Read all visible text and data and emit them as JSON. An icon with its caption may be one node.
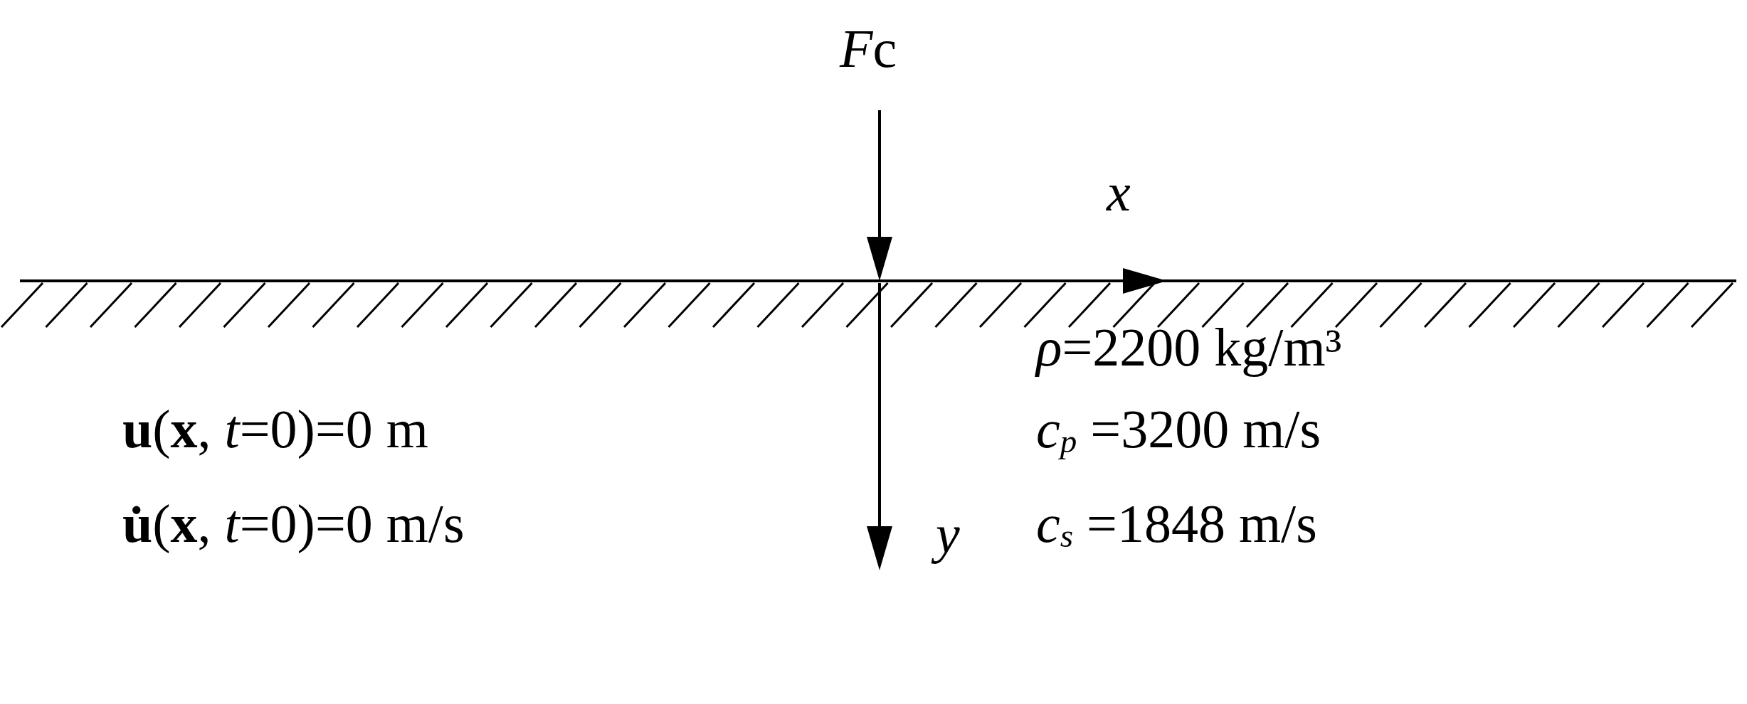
{
  "diagram": {
    "labels": [
      "Fc",
      "x",
      "**u**(**x**, *t*=0)=0 m",
      "**u̇**(**x**, *t*=0)=0 m/s",
      "y",
      "*ρ*=2200 kg/m³",
      "*c*$_{p}$ =3200 m/s",
      "*c*$_{s}$ =1848 m/s"
    ]
  }
}
